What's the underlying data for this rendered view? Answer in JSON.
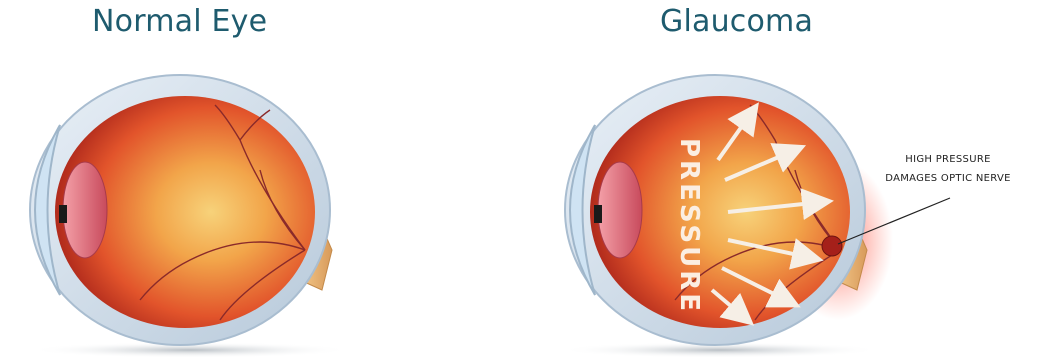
{
  "panels": {
    "normal": {
      "title": "Normal Eye"
    },
    "glaucoma": {
      "title": "Glaucoma",
      "pressure_label": "PRESSURE"
    }
  },
  "callout": {
    "line1": "HIGH PRESSURE",
    "line2": "DAMAGES  OPTIC NERVE"
  }
}
